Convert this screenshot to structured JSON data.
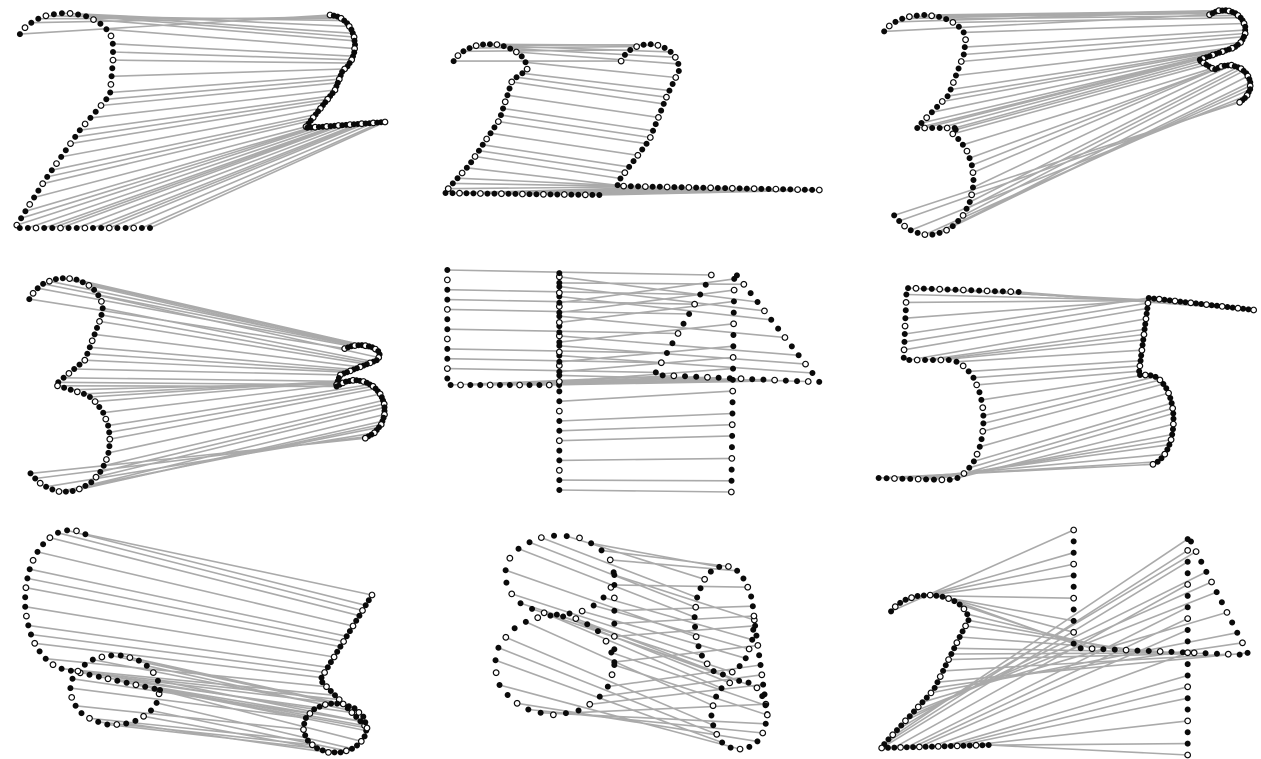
{
  "figure": {
    "description_free": true,
    "colors": {
      "link": "#aaaaaa",
      "point": "#0a0a0a",
      "background": "#ffffff"
    },
    "panel_count": 9,
    "grid": "3x3",
    "panels": [
      {
        "id": "p1",
        "digits": [
          "2",
          "2"
        ]
      },
      {
        "id": "p2",
        "digits": [
          "2",
          "2"
        ]
      },
      {
        "id": "p3",
        "digits": [
          "3",
          "3"
        ]
      },
      {
        "id": "p4",
        "digits": [
          "3",
          "3"
        ]
      },
      {
        "id": "p5",
        "digits": [
          "4",
          "4"
        ]
      },
      {
        "id": "p6",
        "digits": [
          "5",
          "5"
        ]
      },
      {
        "id": "p7",
        "digits": [
          "6",
          "6"
        ]
      },
      {
        "id": "p8",
        "digits": [
          "8",
          "8"
        ]
      },
      {
        "id": "p9",
        "digits": [
          "2",
          "4"
        ]
      }
    ]
  }
}
